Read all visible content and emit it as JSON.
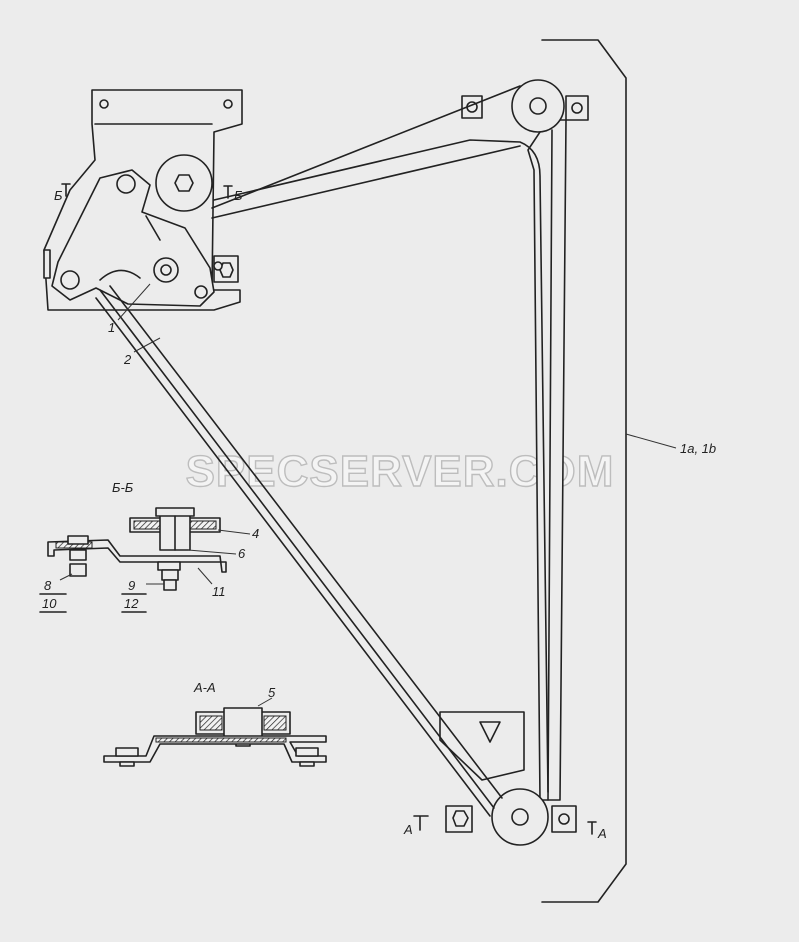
{
  "watermark": "SPECSERVER.COM",
  "sections": {
    "bb_mark": "Б",
    "bb_title": "Б-Б",
    "aa_mark": "А",
    "aa_title": "А-А"
  },
  "callouts": {
    "c1": "1",
    "c2": "2",
    "c4": "4",
    "c5": "5",
    "c6": "6",
    "c8": "8",
    "c9": "9",
    "c10": "10",
    "c11": "11",
    "c12": "12",
    "assembly": "1а, 1b"
  }
}
